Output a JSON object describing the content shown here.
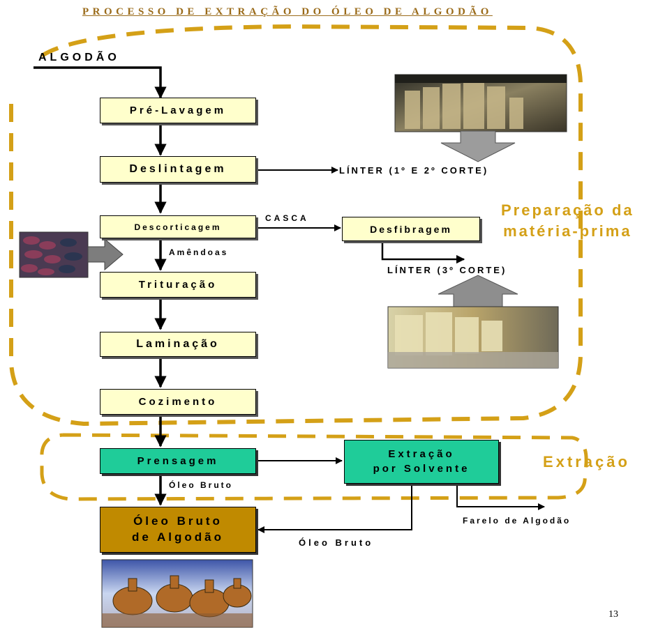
{
  "title": "PROCESSO DE EXTRAÇÃO DO ÓLEO DE ALGODÃO",
  "input_label": "ALGODÃO",
  "steps": {
    "pre_lavagem": "Pré-Lavagem",
    "deslintagem": "Deslintagem",
    "descorticagem": "Descorticagem",
    "trituracao": "Trituração",
    "laminacao": "Laminação",
    "cozimento": "Cozimento",
    "prensagem": "Prensagem",
    "extracao_line1": "Extração",
    "extracao_line2": "por Solvente",
    "desfibragem": "Desfibragem",
    "oleo_line1": "Óleo Bruto",
    "oleo_line2": "de Algodão"
  },
  "edge_labels": {
    "linter_1_2": "LÍNTER (1º E 2º CORTE)",
    "casca": "CASCA",
    "amendoas": "Amêndoas",
    "linter_3": "LÍNTER (3º CORTE)",
    "oleo_bruto_1": "Óleo Bruto",
    "oleo_bruto_2": "Óleo Bruto",
    "farelo": "Farelo de Algodão"
  },
  "sections": {
    "prep_line1": "Preparação da",
    "prep_line2": "matéria-prima",
    "extracao": "Extração"
  },
  "page_number": "13",
  "colors": {
    "prep_box": "#ffffcc",
    "extr_box": "#1fcc99",
    "oleo_box": "#c08a00",
    "dash": "#d4a017",
    "title": "#9a6b1a"
  }
}
